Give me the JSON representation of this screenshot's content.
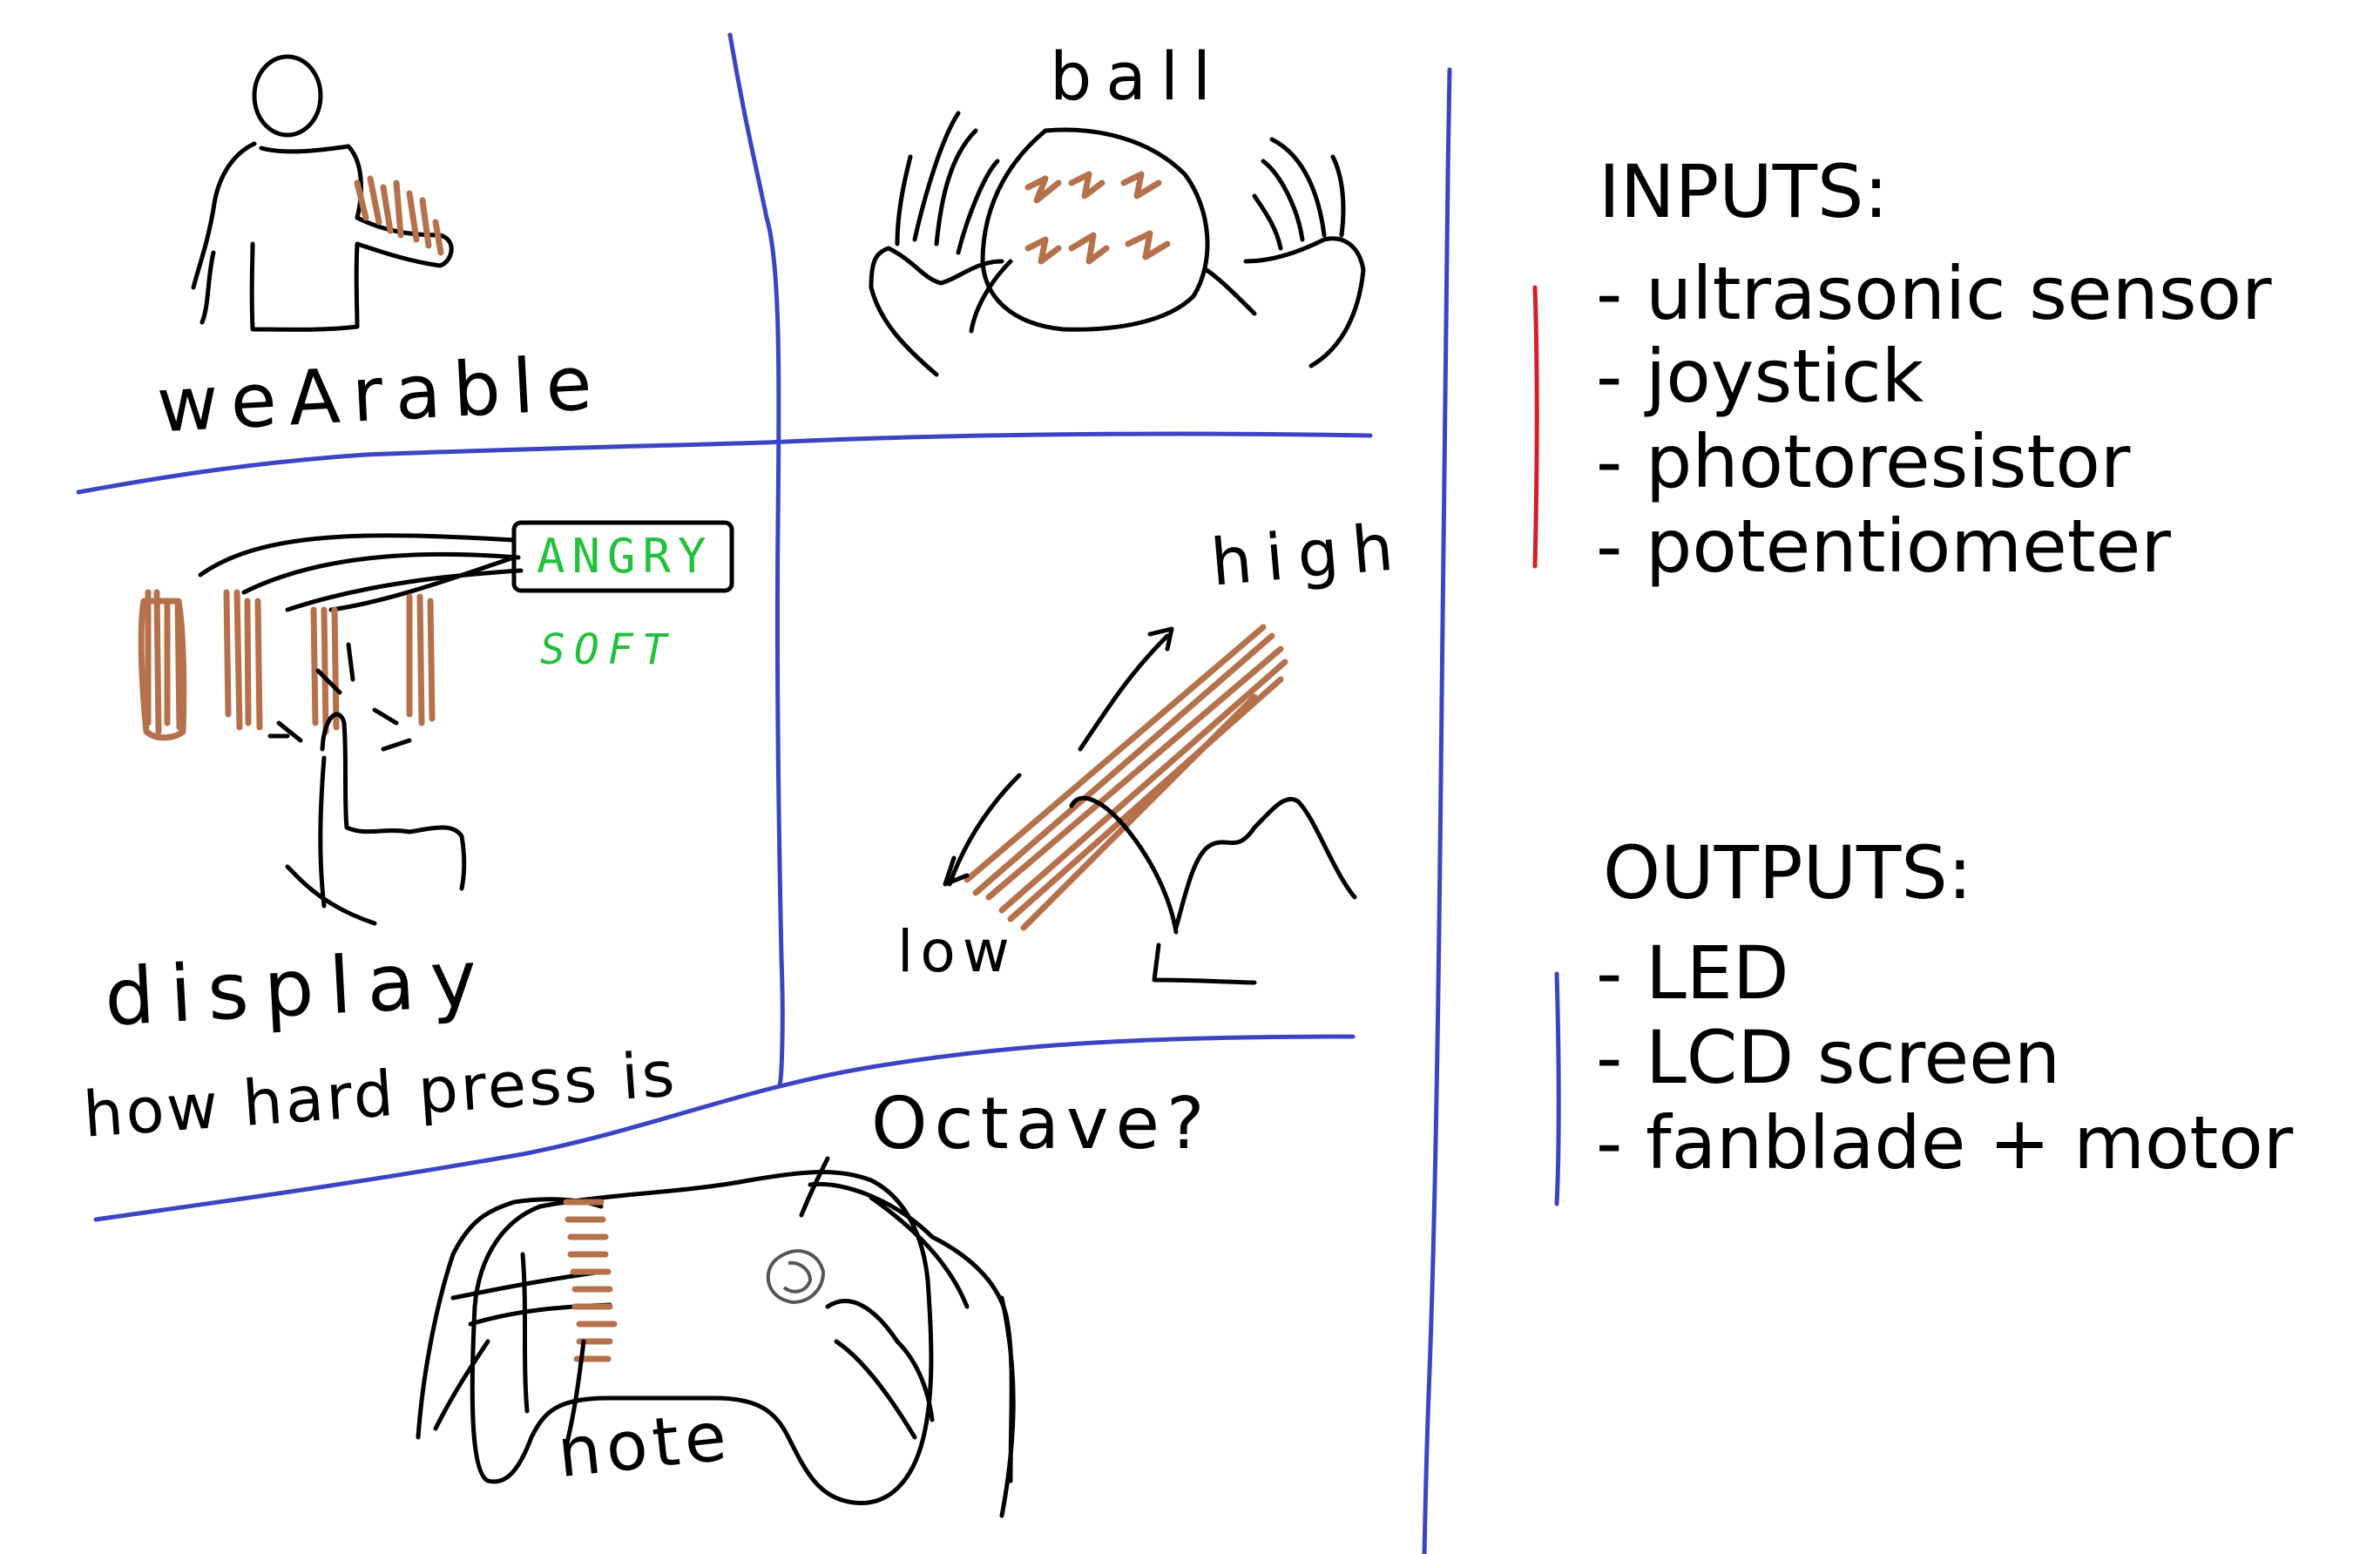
{
  "colors": {
    "ink": "#000000",
    "divider": "#3b44c4",
    "shading": "#b5714b",
    "label_green": "#22c13c",
    "inputs_bar": "#d41f26",
    "outputs_bar": "#3b44c4",
    "knob": "#555555"
  },
  "sketches": {
    "wearable": {
      "label": "weArable"
    },
    "ball": {
      "label": "ball"
    },
    "display": {
      "screen_text": "ANGRY",
      "secondary_text": "SOFT",
      "caption_line1": "display",
      "caption_line2": "how hard press is"
    },
    "slider": {
      "high_label": "high",
      "low_label": "low"
    },
    "controller": {
      "label_octave": "Octave?",
      "label_note": "note"
    }
  },
  "lists": {
    "inputs": {
      "heading": "INPUTS:",
      "items": [
        "- ultrasonic sensor",
        "- joystick",
        "- photoresistor",
        "- potentiometer"
      ]
    },
    "outputs": {
      "heading": "OUTPUTS:",
      "items": [
        "- LED",
        "- LCD screen",
        "- fanblade + motor"
      ]
    }
  }
}
